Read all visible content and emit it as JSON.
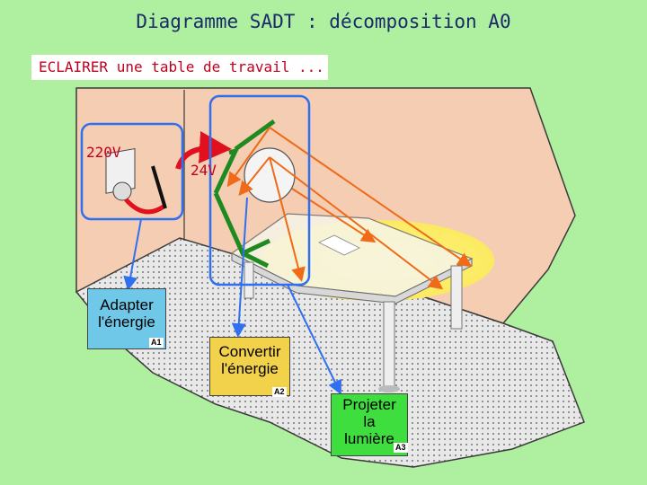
{
  "title": "Diagramme SADT : décomposition A0",
  "subtitle": "ECLAIRER une table de travail ...",
  "voltage_in": "220V",
  "voltage_out": "24V",
  "boxes": [
    {
      "line1": "Adapter",
      "line2": "l'énergie",
      "tag": "A1"
    },
    {
      "line1": "Convertir",
      "line2": "l'énergie",
      "tag": "A2"
    },
    {
      "line1": "Projeter",
      "line2": "la",
      "line3": "lumière",
      "tag": "A3"
    }
  ],
  "colors": {
    "background": "#aef0a0",
    "wall": "#f4cdb2",
    "floor": "#e6e6e6",
    "title": "#1a2a6a",
    "subtitle": "#c00020",
    "a1": "#6fc8e8",
    "a2": "#f2d24a",
    "a3": "#3ede3e",
    "frame": "#2f6ff0",
    "cable": "#e0101e",
    "lamp_arm": "#1f8a1f",
    "light_ray": "#f06a18"
  }
}
